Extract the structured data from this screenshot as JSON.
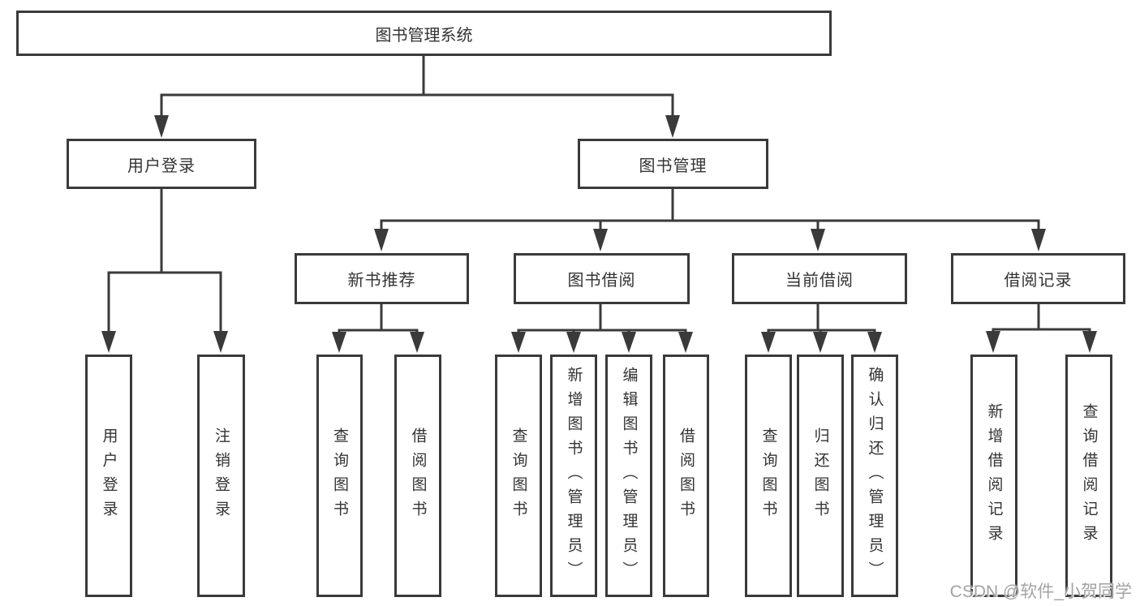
{
  "tree": {
    "root": {
      "label": "图书管理系统",
      "children": [
        {
          "label": "用户登录",
          "children": [
            {
              "label": "用户登录"
            },
            {
              "label": "注销登录"
            }
          ]
        },
        {
          "label": "图书管理",
          "children": [
            {
              "label": "新书推荐",
              "children": [
                {
                  "label": "查询图书"
                },
                {
                  "label": "借阅图书"
                }
              ]
            },
            {
              "label": "图书借阅",
              "children": [
                {
                  "label": "查询图书"
                },
                {
                  "label": "新增图书（管理员）"
                },
                {
                  "label": "编辑图书（管理员）"
                },
                {
                  "label": "借阅图书"
                }
              ]
            },
            {
              "label": "当前借阅",
              "children": [
                {
                  "label": "查询图书"
                },
                {
                  "label": "归还图书"
                },
                {
                  "label": "确认归还（管理员）"
                }
              ]
            },
            {
              "label": "借阅记录",
              "children": [
                {
                  "label": "新增借阅记录"
                },
                {
                  "label": "查询借阅记录"
                }
              ]
            }
          ]
        }
      ]
    }
  },
  "watermark": {
    "text": "CSDN @软件_小贺同学"
  },
  "colors": {
    "line": "#3a3a3a",
    "text": "#333333",
    "background": "#ffffff",
    "watermark": "#a3a3a3"
  }
}
